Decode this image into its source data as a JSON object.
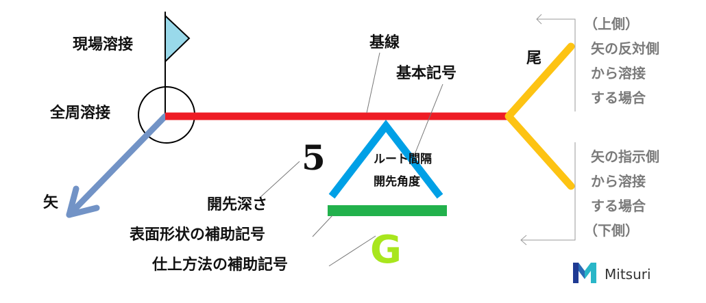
{
  "labels": {
    "field_weld": "現場溶接",
    "all_around_weld": "全周溶接",
    "arrow": "矢",
    "reference_line": "基線",
    "basic_symbol": "基本記号",
    "tail": "尾",
    "depth": "5",
    "root_gap": "ルート間隔",
    "groove_angle": "開先角度",
    "groove_depth": "開先深さ",
    "surface_contour": "表面形状の補助記号",
    "finish_method": "仕上方法の補助記号",
    "finish_symbol": "G"
  },
  "other_side": [
    "（上側）",
    "矢の反対側",
    "から溶接",
    "する場合"
  ],
  "arrow_side": [
    "矢の指示側",
    "から溶接",
    "する場合",
    "（下側）"
  ],
  "brand": {
    "name": "Mitsuri"
  },
  "colors": {
    "reference_line": "#ee1c25",
    "arrow": "#7293c6",
    "tail": "#fdc313",
    "groove": "#00a0e6",
    "surface_bar": "#22b14c",
    "finish_symbol": "#a8e61d",
    "flag": "#99d9ea",
    "logo_a": "#1f3a93",
    "logo_b": "#29b6c8"
  }
}
